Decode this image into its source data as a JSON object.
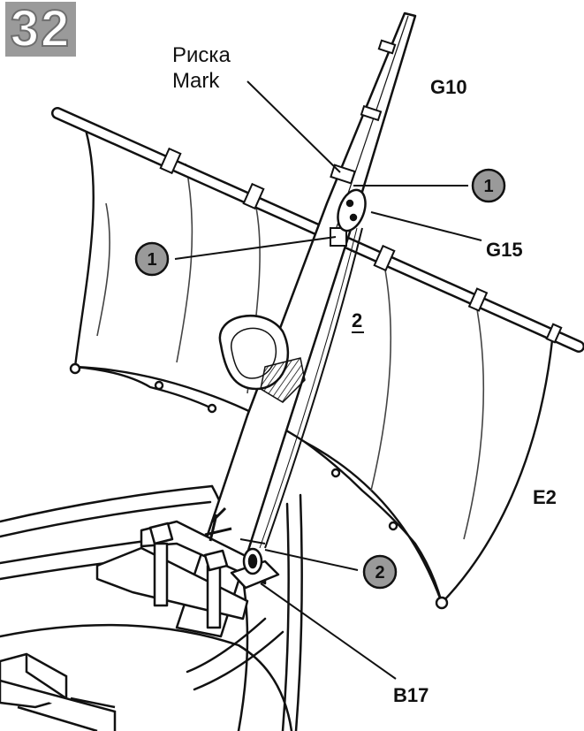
{
  "step_number": "32",
  "labels": {
    "mark_ru": "Риска",
    "mark_en": "Mark",
    "g10": "G10",
    "g15": "G15",
    "e2": "E2",
    "b17": "B17",
    "section": "2"
  },
  "callouts": [
    {
      "id": "callout-1-top",
      "number": "1"
    },
    {
      "id": "callout-1-left",
      "number": "1"
    },
    {
      "id": "callout-2",
      "number": "2"
    }
  ]
}
